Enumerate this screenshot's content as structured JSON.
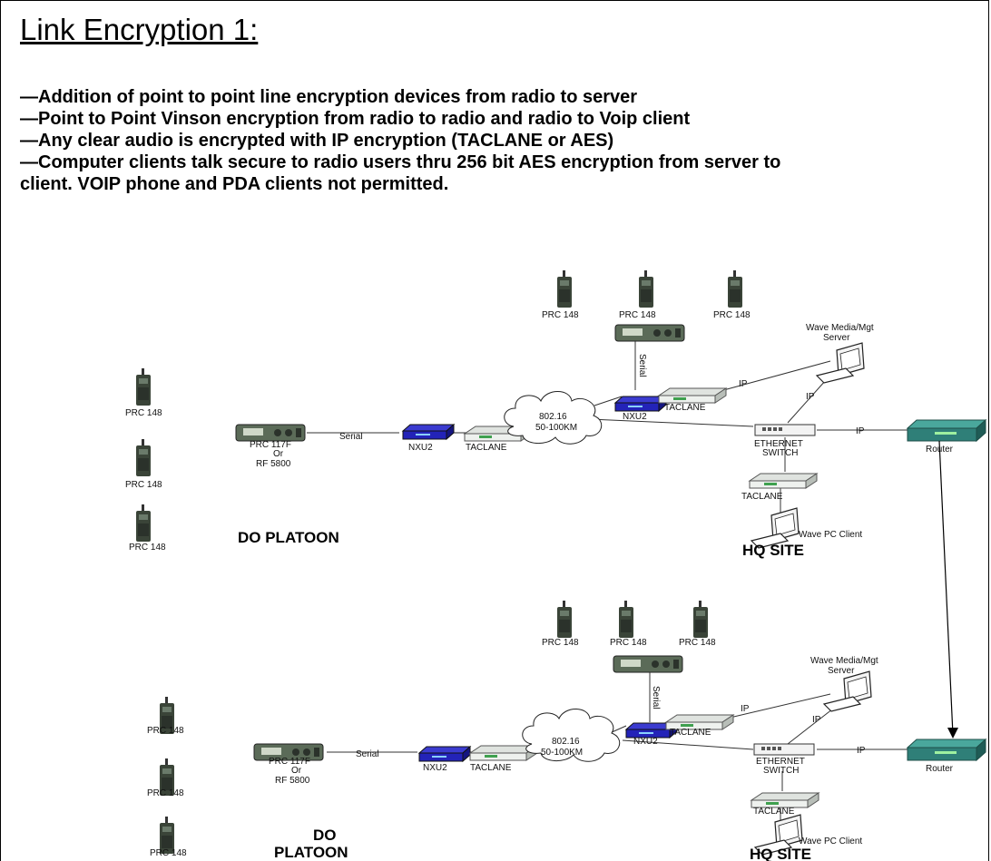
{
  "title": "Link Encryption 1:",
  "bullets": [
    "—Addition of point to point line encryption devices from radio to server",
    "—Point to Point Vinson encryption from radio to radio and radio to Voip client",
    "—Any clear audio is encrypted with IP encryption (TACLANE or AES)",
    "—Computer clients  talk secure to radio users thru 256 bit AES encryption from server to client. VOIP phone and PDA clients not permitted."
  ],
  "icons": {
    "handheld_radio": "handheld-radio-icon",
    "manpack_radio": "manpack-radio-icon",
    "encryptor": "taclane-encryptor-icon",
    "nxu": "nxu2-device-icon",
    "cloud": "wireless-cloud-icon",
    "switch": "ethernet-switch-icon",
    "router": "router-icon",
    "computer": "computer-icon"
  },
  "colors": {
    "nxu": "#2323b8",
    "router": "#2f7f78",
    "radio": "#3a4438",
    "taclane": "#e6eae6"
  },
  "diagram_top": {
    "radios_left": [
      "PRC 148",
      "PRC 148",
      "PRC 148"
    ],
    "radios_top": [
      "PRC 148",
      "PRC 148",
      "PRC 148"
    ],
    "manpack_label_1": "PRC 117F",
    "manpack_label_2": "Or",
    "manpack_label_3": "RF 5800",
    "serial_label": "Serial",
    "serial_vertical_label": "Serial",
    "nxu_left": "NXU2",
    "taclane_left": "TACLANE",
    "cloud_label_1": "802.16",
    "cloud_label_2": "50-100KM",
    "nxu_top": "NXU2",
    "taclane_top": "TACLANE",
    "ip_label_server": "IP",
    "ip_label_switch_server": "IP",
    "ip_label_router": "IP",
    "server_label_1": "Wave Media/Mgt",
    "server_label_2": "Server",
    "switch_label_1": "ETHERNET",
    "switch_label_2": "SWITCH",
    "router_label": "Router",
    "taclane_hq": "TACLANE",
    "pc_client": "Wave PC Client",
    "site_left": "DO PLATOON",
    "site_right": "HQ SITE"
  },
  "diagram_bottom": {
    "radios_left": [
      "PRC 148",
      "PRC 148",
      "PRC 148"
    ],
    "radios_top": [
      "PRC 148",
      "PRC 148",
      "PRC 148"
    ],
    "manpack_label_1": "PRC 117F",
    "manpack_label_2": "Or",
    "manpack_label_3": "RF 5800",
    "serial_label": "Serial",
    "serial_vertical_label": "Serial",
    "nxu_left": "NXU2",
    "taclane_left": "TACLANE",
    "cloud_label_1": "802.16",
    "cloud_label_2": "50-100KM",
    "nxu_top": "NXU2",
    "taclane_top": "TACLANE",
    "ip_label_server": "IP",
    "ip_label_switch_server": "IP",
    "ip_label_router": "IP",
    "server_label_1": "Wave Media/Mgt",
    "server_label_2": "Server",
    "switch_label_1": "ETHERNET",
    "switch_label_2": "SWITCH",
    "router_label": "Router",
    "taclane_hq": "TACLANE",
    "pc_client": "Wave PC Client",
    "site_left_1": "DO",
    "site_left_2": "PLATOON",
    "site_right": "HQ SITE"
  }
}
